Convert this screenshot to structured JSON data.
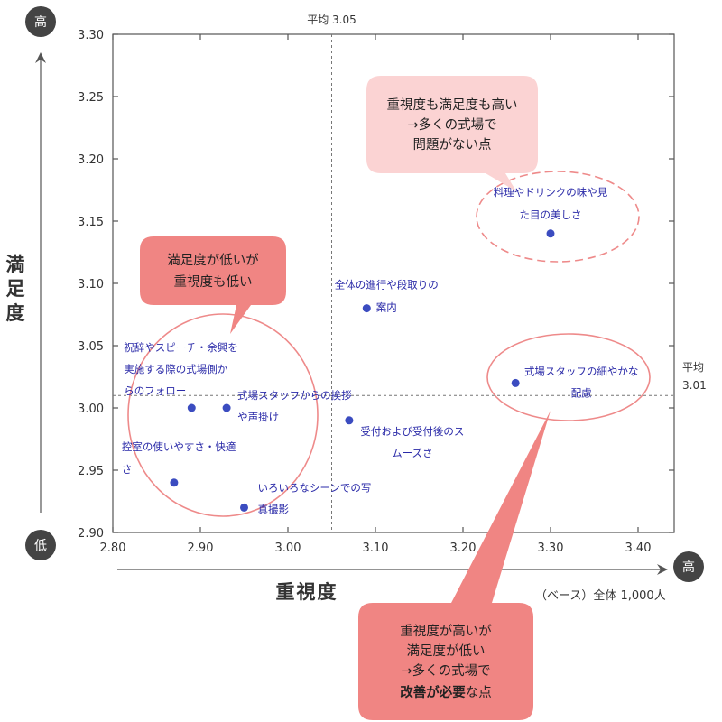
{
  "chart_data": {
    "type": "scatter",
    "xlabel": "重視度",
    "ylabel": "満足度",
    "xlim": [
      2.8,
      3.45
    ],
    "ylim": [
      2.9,
      3.3
    ],
    "xticks": [
      "2.80",
      "2.90",
      "3.00",
      "3.10",
      "3.20",
      "3.30",
      "3.40"
    ],
    "yticks": [
      "2.90",
      "2.95",
      "3.00",
      "3.05",
      "3.10",
      "3.15",
      "3.20",
      "3.25",
      "3.30"
    ],
    "avg_x": {
      "value": 3.05,
      "label": "平均 3.05"
    },
    "avg_y": {
      "value": 3.01,
      "label1": "平均",
      "label2": "3.01"
    },
    "x_high": "高",
    "y_high": "高",
    "y_low": "低",
    "base_note": "（ベース）全体 1,000人",
    "points": [
      {
        "x": 3.3,
        "y": 3.14,
        "label": [
          "料理やドリンクの味や見",
          "た目の美しさ"
        ]
      },
      {
        "x": 3.09,
        "y": 3.08,
        "label": [
          "全体の進行や段取りの",
          "案内"
        ]
      },
      {
        "x": 3.26,
        "y": 3.02,
        "label": [
          "式場スタッフの細やかな",
          "配慮"
        ]
      },
      {
        "x": 3.07,
        "y": 2.99,
        "label": [
          "受付および受付後のス",
          "ムーズさ"
        ]
      },
      {
        "x": 2.89,
        "y": 3.0,
        "label": [
          "祝辞やスピーチ・余興を",
          "実施する際の式場側か",
          "らのフォロー"
        ]
      },
      {
        "x": 2.93,
        "y": 3.0,
        "label": [
          "式場スタッフからの挨拶",
          "や声掛け"
        ]
      },
      {
        "x": 2.87,
        "y": 2.94,
        "label": [
          "控室の使いやすさ・快適",
          "さ"
        ]
      },
      {
        "x": 2.95,
        "y": 2.92,
        "label": [
          "いろいろなシーンでの写",
          "真撮影"
        ]
      }
    ]
  },
  "callouts": {
    "top_right": [
      "重視度も満足度も高い",
      "→多くの式場で",
      "問題がない点"
    ],
    "left": [
      "満足度が低いが",
      "重視度も低い"
    ],
    "bottom": {
      "lines": [
        "重視度が高いが",
        "満足度が低い",
        "→多くの式場で"
      ],
      "bold": "改善が必要",
      "suffix": "な点"
    }
  },
  "colors": {
    "point": "#3b4cc0",
    "ellipse": "#ee8a8a",
    "callout_light": "#fbd3d3",
    "callout_dark": "#f08583",
    "axis_circle": "#444444"
  }
}
